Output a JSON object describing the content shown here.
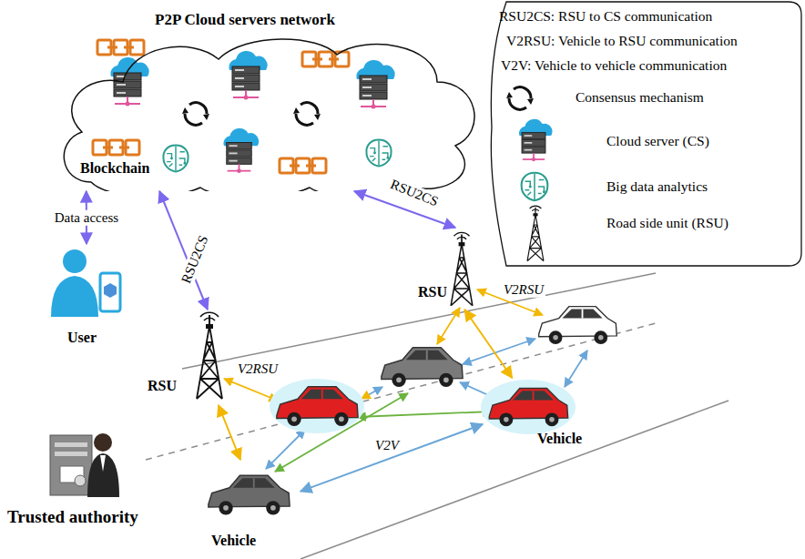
{
  "diagram": {
    "nodes": [
      {
        "text": [
          "P2P Cloud servers network",
          "Blockchain"
        ]
      },
      {
        "text": [
          "User"
        ]
      },
      {
        "text": [
          "RSU"
        ]
      },
      {
        "text": [
          "RSU"
        ]
      },
      {
        "text": [
          "Trusted authority"
        ]
      },
      {
        "text": [
          "Vehicle"
        ]
      },
      {
        "text": [
          "Vehicle"
        ]
      }
    ],
    "edges": [
      {
        "from": 0,
        "to": 1,
        "label": "Data access",
        "arrow": "both"
      },
      {
        "from": 0,
        "to": 2,
        "label": "RSU2CS",
        "arrow": "both"
      },
      {
        "from": 0,
        "to": 3,
        "label": "RSU2CS",
        "arrow": "both"
      },
      {
        "from": 2,
        "to": 5,
        "arrow": "both"
      },
      {
        "from": 3,
        "to": 6,
        "arrow": "both"
      },
      {
        "from": 5,
        "to": 6,
        "label": "V2V",
        "arrow": "both"
      }
    ],
    "labels": [
      "V2RSU",
      "V2RSU"
    ],
    "legend": [
      {
        "text": "RSU2CS: RSU to CS communication"
      },
      {
        "text": "V2RSU: Vehicle to RSU communication"
      },
      {
        "text": "V2V: Vehicle to vehicle communication"
      },
      {
        "text": "Consensus mechanism"
      },
      {
        "text": "Cloud server (CS)"
      },
      {
        "text": "Big data analytics"
      },
      {
        "text": "Road side unit (RSU)"
      }
    ]
  }
}
